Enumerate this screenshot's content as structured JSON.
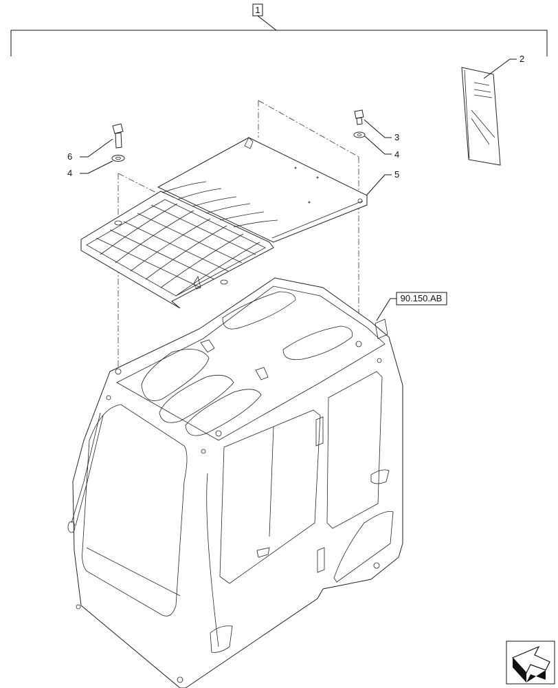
{
  "callouts": {
    "assembly": "1",
    "manual": "2",
    "bolt_right": "3",
    "washer_right": "4",
    "nut": "5",
    "bolt_left": "6",
    "washer_left": "4"
  },
  "reference": "90.150.AB",
  "icons": {
    "nav": "next-page-arrow-icon",
    "document": "manual-booklet-icon"
  },
  "colors": {
    "line": "#111111",
    "background": "#ffffff"
  }
}
